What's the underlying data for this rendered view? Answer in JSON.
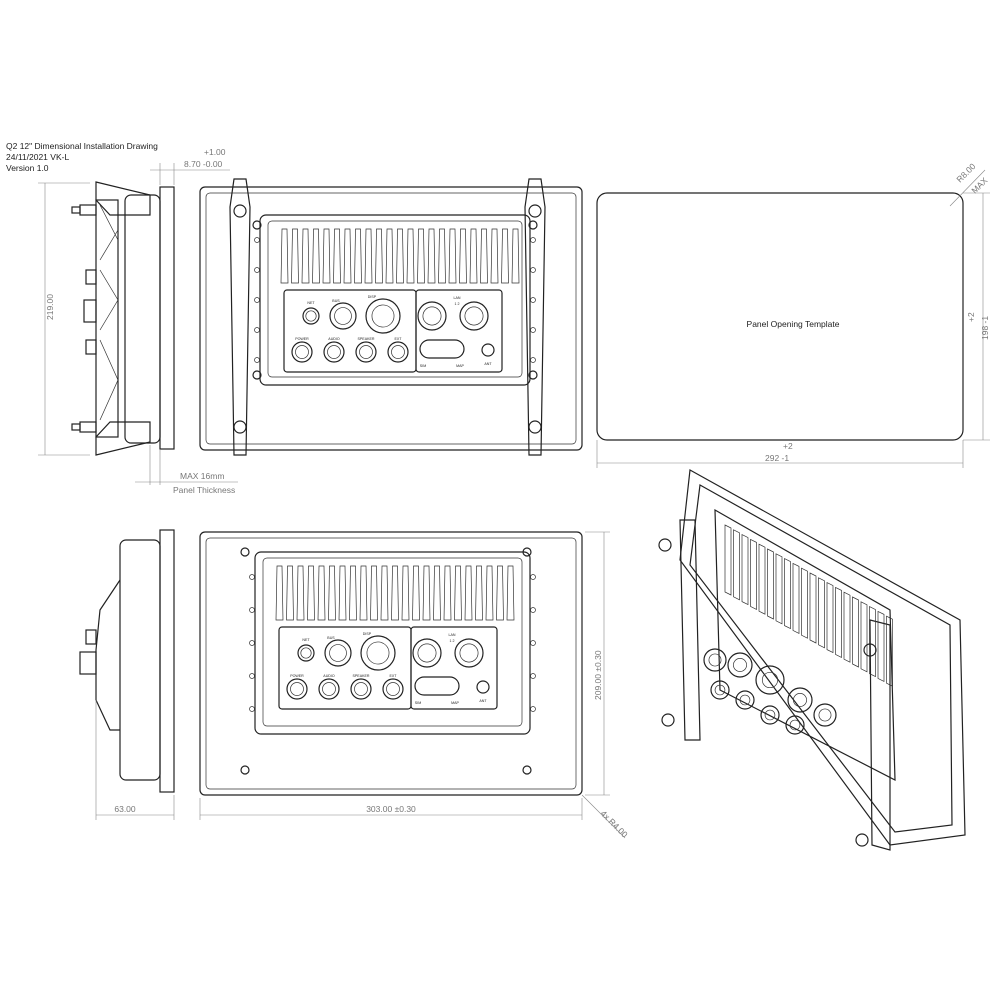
{
  "title_block": {
    "title": "Q2 12\" Dimensional Installation Drawing",
    "date_author": "24/11/2021 VK-L",
    "version": "Version 1.0"
  },
  "side_view_top": {
    "tol_plus": "+1.00",
    "bracket_depth": "8.70 -0.00",
    "height": "219.00",
    "panel_max": "MAX 16mm",
    "panel_label": "Panel Thickness"
  },
  "template": {
    "label": "Panel Opening Template",
    "corner_radius": "R8.00",
    "corner_max": "MAX",
    "height_tol": "+2",
    "height": "198 -1",
    "width_tol": "+2",
    "width": "292 -1"
  },
  "bottom_views": {
    "depth": "63.00",
    "width": "303.00 ±0.30",
    "height": "209.00 ±0.30",
    "corner": "4x R4.00"
  },
  "connectors": {
    "net": "NET",
    "bus": "BUS",
    "disp": "DISP",
    "lan": "LAN",
    "lan_ports": "1  2",
    "power": "POWER",
    "audio": "AUDIO",
    "speaker": "SPEAKER",
    "ext": "EXT",
    "sim": "SIM",
    "map": "MAP",
    "ant": "ANT"
  }
}
